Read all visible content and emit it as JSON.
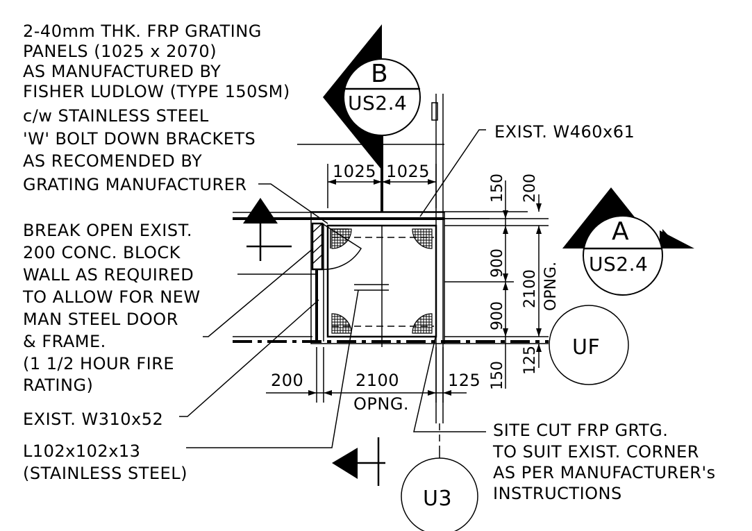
{
  "notes": {
    "grating": [
      "2-40mm THK. FRP GRATING",
      "PANELS (1025 x 2070)",
      "AS MANUFACTURED BY",
      "FISHER LUDLOW (TYPE 150SM)",
      "c/w STAINLESS STEEL",
      "'W' BOLT DOWN BRACKETS",
      "AS RECOMENDED BY",
      "GRATING MANUFACTURER"
    ],
    "break_open": [
      "BREAK OPEN EXIST.",
      "200 CONC. BLOCK",
      "WALL AS REQUIRED",
      "TO ALLOW FOR NEW",
      "MAN STEEL DOOR",
      "& FRAME.",
      "(1 1/2 HOUR FIRE",
      "RATING)"
    ],
    "beam_w310": "EXIST. W310x52",
    "angle": [
      "L102x102x13",
      "(STAINLESS STEEL)"
    ],
    "beam_w460": "EXIST. W460x61",
    "site_cut": [
      "SITE CUT FRP GRTG.",
      "TO SUIT EXIST. CORNER",
      "AS PER MANUFACTURER's",
      "INSTRUCTIONS"
    ]
  },
  "dimensions": {
    "top_left": "1025",
    "top_right": "1025",
    "bottom_200": "200",
    "bottom_2100": "2100",
    "bottom_opng": "OPNG.",
    "bottom_125": "125",
    "right_150_top": "150",
    "right_200": "200",
    "right_900_top": "900",
    "right_900_bottom": "900",
    "right_2100": "2100",
    "right_opng": "OPNG.",
    "right_125": "125",
    "right_150_bottom": "150"
  },
  "markers": {
    "section_b_letter": "B",
    "section_b_sheet": "US2.4",
    "section_a_letter": "A",
    "section_a_sheet": "US2.4",
    "grid_uf": "UF",
    "grid_u3": "U3"
  }
}
